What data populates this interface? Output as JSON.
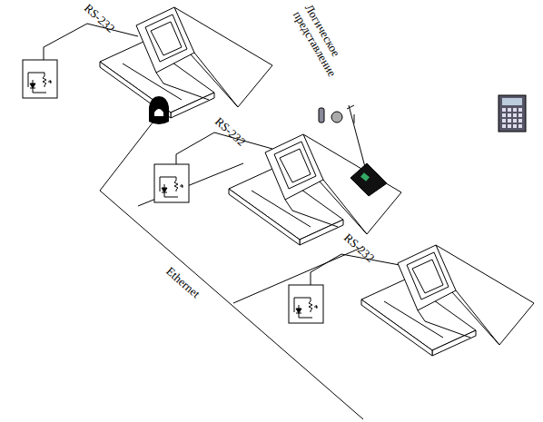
{
  "diagram": {
    "labels": [
      "RS-232",
      "Логическое представление",
      "RS-232",
      "RS-232",
      "Ethernet"
    ]
  }
}
